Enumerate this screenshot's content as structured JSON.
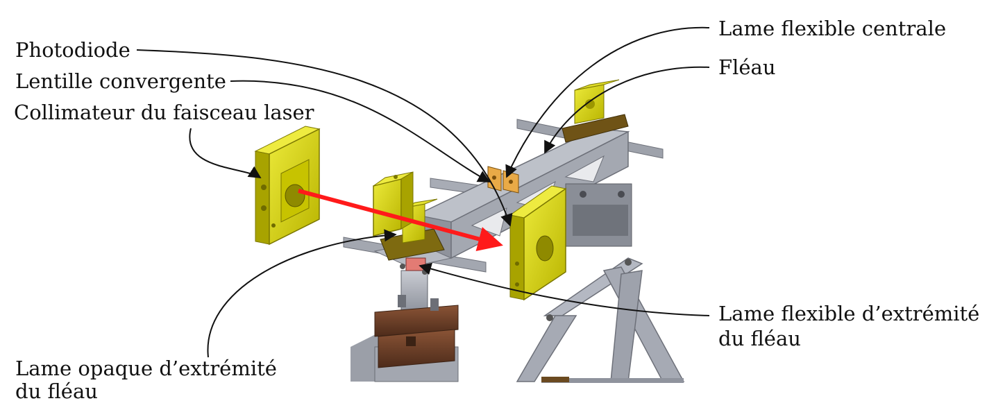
{
  "labels": {
    "photodiode": "Photodiode",
    "lentille": "Lentille convergente",
    "collimateur": "Collimateur du faisceau laser",
    "lame_centrale": "Lame flexible centrale",
    "fleau": "Fléau",
    "lame_extremite_line1": "Lame flexible d’extrémité",
    "lame_extremite_line2": "du fléau",
    "lame_opaque_line1": "Lame opaque d’extrémité",
    "lame_opaque_line2": "du fléau"
  },
  "colors": {
    "part_yellow": "#d8d400",
    "frame_gray": "#a9adb6",
    "brown_part": "#6b3f28",
    "laser_red": "#ff1a1a",
    "flex_blade_orange": "#e8a640"
  }
}
